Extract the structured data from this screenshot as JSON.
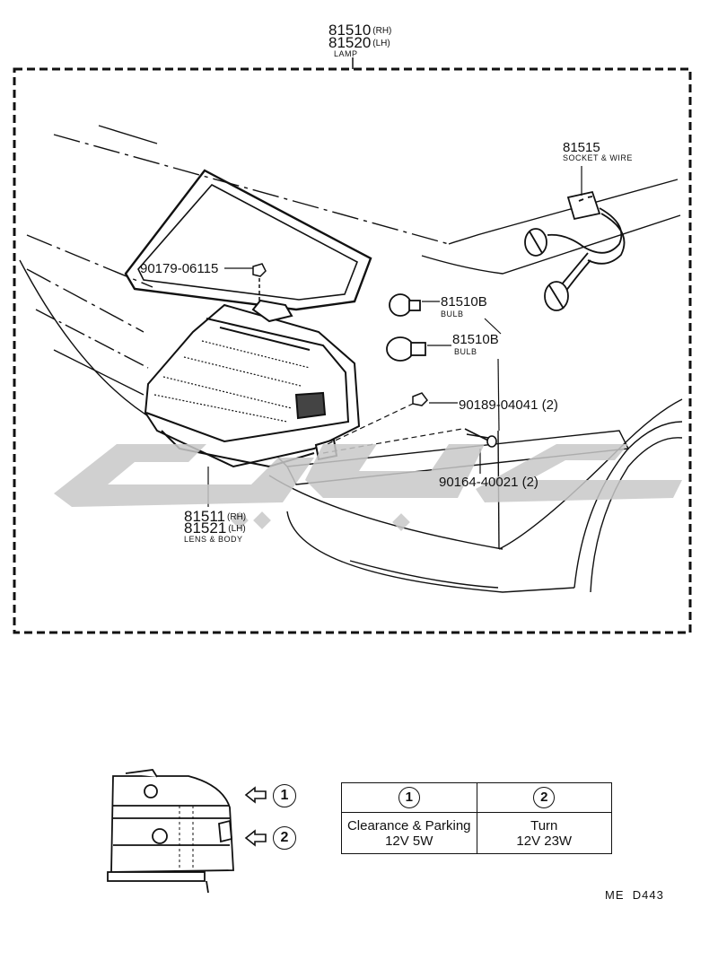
{
  "parts": {
    "lamp": {
      "pn_rh": "81510",
      "side_rh": "(RH)",
      "pn_lh": "81520",
      "side_lh": "(LH)",
      "name": "LAMP"
    },
    "socket_wire": {
      "pn": "81515",
      "name": "SOCKET & WIRE"
    },
    "nut": {
      "pn": "90179-06115"
    },
    "bulb_small": {
      "pn": "81510B",
      "name": "BULB"
    },
    "bulb_large": {
      "pn": "81510B",
      "name": "BULB"
    },
    "clip": {
      "pn": "90189-04041 (2)"
    },
    "screw": {
      "pn": "90164-40021 (2)"
    },
    "lens_body": {
      "pn_rh": "81511",
      "side_rh": "(RH)",
      "pn_lh": "81521",
      "side_lh": "(LH)",
      "name": "LENS & BODY"
    }
  },
  "legend": {
    "columns": [
      {
        "marker": "1",
        "function": "Clearance & Parking",
        "rating": "12V 5W"
      },
      {
        "marker": "2",
        "function": "Turn",
        "rating": "12V 23W"
      }
    ]
  },
  "inset": {
    "marker_1": "1",
    "marker_2": "2"
  },
  "diagram_code": "ME  D443",
  "colors": {
    "ink": "#111111",
    "watermark": "#c8c8c8"
  }
}
